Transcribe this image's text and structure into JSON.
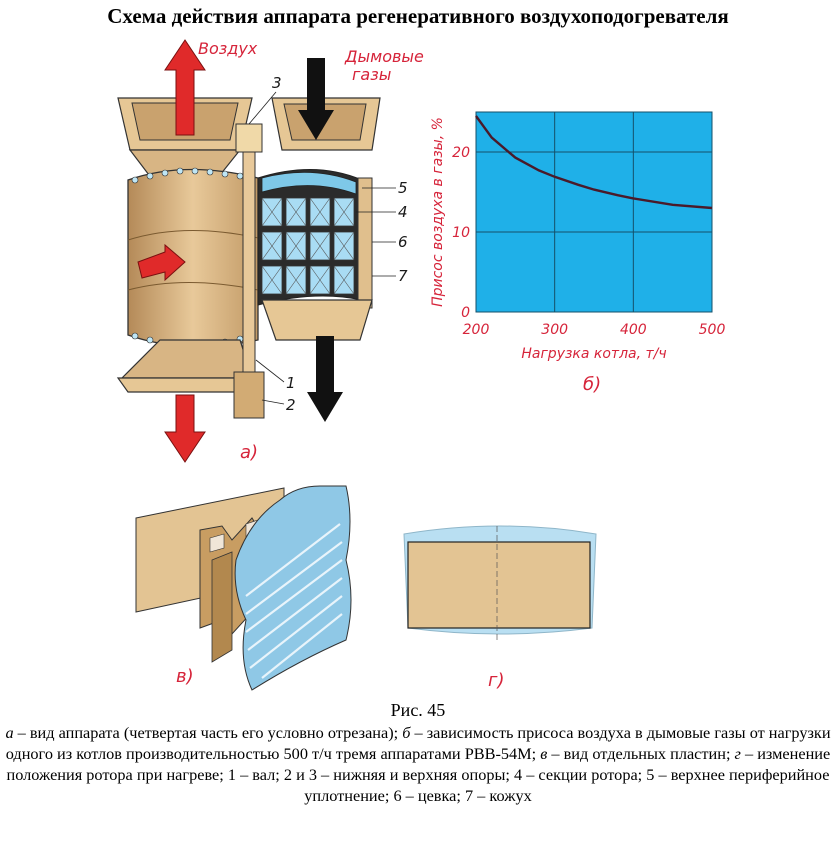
{
  "title": "Схема действия аппарата регенеративного воздухоподогревателя",
  "labels": {
    "air": "Воздух",
    "flue_gas_line1": "Дымовые",
    "flue_gas_line2": "газы",
    "panel_a": "а)",
    "panel_b": "б)",
    "panel_v": "в)",
    "panel_g": "г)",
    "callouts": [
      "1",
      "2",
      "3",
      "4",
      "5",
      "6",
      "7"
    ]
  },
  "chart_data": {
    "type": "line",
    "xlabel": "Нагрузка котла, т/ч",
    "ylabel": "Присос воздуха в газы, %",
    "xlim": [
      200,
      500
    ],
    "ylim": [
      0,
      25
    ],
    "xticks": [
      200,
      300,
      400,
      500
    ],
    "yticks": [
      0,
      10,
      20
    ],
    "grid": true,
    "series": [
      {
        "x": [
          200,
          220,
          250,
          280,
          300,
          330,
          350,
          380,
          400,
          450,
          500
        ],
        "y": [
          24.5,
          21.8,
          19.3,
          17.7,
          16.9,
          15.9,
          15.3,
          14.6,
          14.2,
          13.4,
          13.0
        ]
      }
    ],
    "colors": {
      "background": "#1fb0e8",
      "line": "#4a1a2a",
      "grid": "#14506a",
      "labels": "#d6243a"
    }
  },
  "figure_number": "Рис. 45",
  "caption": {
    "a_letter": "а",
    "a_text": " – вид аппарата (четвертая часть его условно отрезана); ",
    "b_letter": "б",
    "b_text": " – зависимость присоса воздуха в дымовые газы от нагрузки одного из котлов производительностью 500 т/ч тремя аппаратами РВВ-54М; ",
    "v_letter": "в",
    "v_text": " – вид отдельных пластин; ",
    "g_letter": "г",
    "g_text": " – изменение положения ротора при нагреве; 1 – вал; 2 и 3 – нижняя и верхняя опоры; 4 – секции ротора; 5 – верхнее периферийное уплотнение; 6 – цевка; 7 – кожух"
  }
}
